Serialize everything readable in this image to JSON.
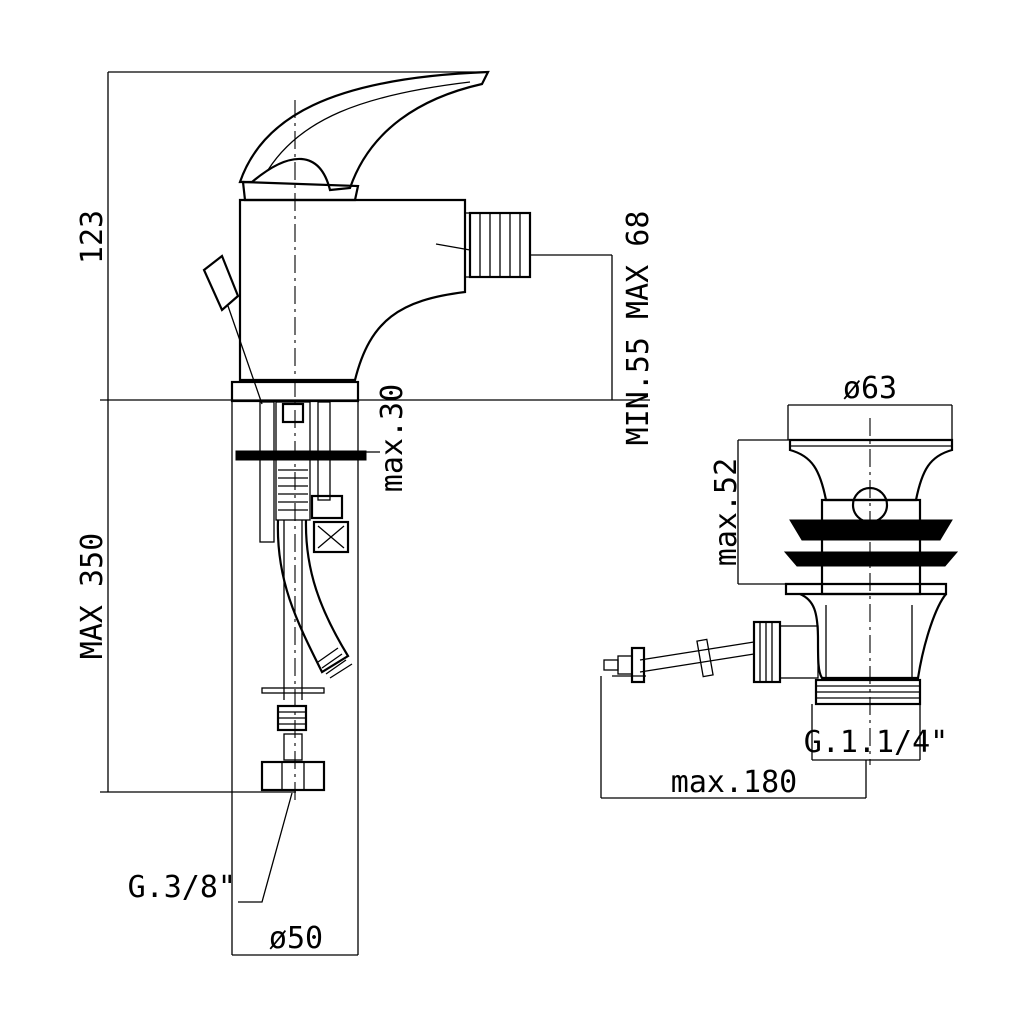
{
  "faucet": {
    "height_label": "123",
    "max_length_label": "MAX  350",
    "hose_thread_label": "G.3/8\"",
    "base_diameter_label": "ø50",
    "thickness_label": "max.30",
    "outlet_height_label": "MIN.55  MAX  68"
  },
  "drain": {
    "diameter_label": "ø63",
    "height_label": "max.52",
    "thread_label": "G.1.1/4\"",
    "rod_length_label": "max.180"
  }
}
